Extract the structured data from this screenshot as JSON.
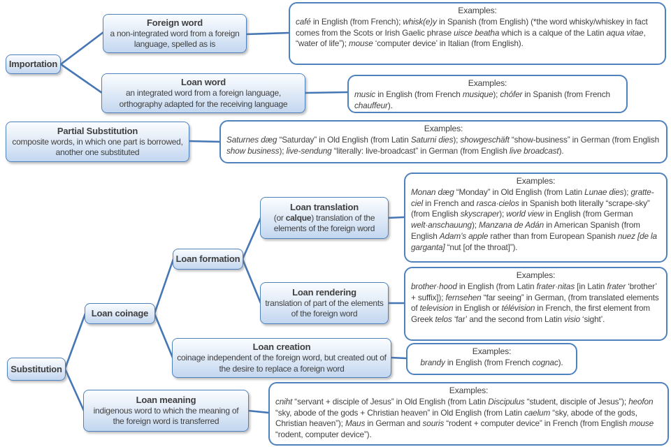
{
  "palette": {
    "accent_blue": "#4f81bd",
    "line_blue": "#4576b5",
    "node_fill_top": "#fbfdff",
    "node_fill_bottom": "#c3d7f0",
    "example_background": "#ffffff",
    "text": "#3f3f3f"
  },
  "nodes": {
    "importation": {
      "title": "Importation"
    },
    "foreign_word": {
      "title": "Foreign word",
      "body": [
        {
          "t": "a non-integrated word from a foreign language, spelled as is"
        }
      ]
    },
    "loan_word": {
      "title": "Loan word",
      "body": [
        {
          "t": "an integrated word from a foreign language, orthography adapted for the receiving language"
        }
      ]
    },
    "partial_substitution": {
      "title": "Partial Substitution",
      "body": [
        {
          "t": "composite words, in which one part is borrowed, another one substituted"
        }
      ]
    },
    "substitution": {
      "title": "Substitution"
    },
    "loan_coinage": {
      "title": "Loan coinage"
    },
    "loan_formation": {
      "title": "Loan formation"
    },
    "loan_translation": {
      "title": "Loan translation",
      "body": [
        {
          "t": "(or "
        },
        {
          "t": "calque",
          "s": "b"
        },
        {
          "t": ") translation of the elements of the foreign word"
        }
      ]
    },
    "loan_rendering": {
      "title": "Loan rendering",
      "body": [
        {
          "t": "translation of part of the elements of the foreign word"
        }
      ]
    },
    "loan_creation": {
      "title": "Loan creation",
      "body": [
        {
          "t": "coinage independent of the foreign word, but created out of the desire to replace a foreign word"
        }
      ]
    },
    "loan_meaning": {
      "title": "Loan meaning",
      "body": [
        {
          "t": "indigenous word to which the meaning of the foreign word is transferred"
        }
      ]
    }
  },
  "examples": {
    "foreign_word": {
      "heading": "Examples:",
      "body": [
        {
          "t": "café",
          "s": "i"
        },
        {
          "t": " in English (from French); "
        },
        {
          "t": "whisk(e)y",
          "s": "i"
        },
        {
          "t": " in Spanish (from English) (*the word whisky/whiskey in fact comes from the Scots or Irish Gaelic phrase "
        },
        {
          "t": "uisce beatha",
          "s": "i"
        },
        {
          "t": " which is a calque of the Latin "
        },
        {
          "t": "aqua vitae",
          "s": "i"
        },
        {
          "t": ", “water of life”); "
        },
        {
          "t": "mouse",
          "s": "i"
        },
        {
          "t": " ‘computer device’ in Italian (from English)."
        }
      ]
    },
    "loan_word": {
      "heading": "Examples:",
      "body": [
        {
          "t": "music",
          "s": "i"
        },
        {
          "t": " in English (from French "
        },
        {
          "t": "musique",
          "s": "i"
        },
        {
          "t": "); "
        },
        {
          "t": "chófer",
          "s": "i"
        },
        {
          "t": " in Spanish (from French "
        },
        {
          "t": "chauffeur",
          "s": "i"
        },
        {
          "t": ")."
        }
      ]
    },
    "partial_substitution": {
      "heading": "Examples:",
      "body": [
        {
          "t": "Saturnes dæg",
          "s": "i"
        },
        {
          "t": " “Saturday” in Old English (from Latin "
        },
        {
          "t": "Saturni dies",
          "s": "i"
        },
        {
          "t": "); "
        },
        {
          "t": "showgeschäft",
          "s": "i"
        },
        {
          "t": " “show-business” in German (from English "
        },
        {
          "t": "show business",
          "s": "i"
        },
        {
          "t": "); "
        },
        {
          "t": "live-sendung",
          "s": "i"
        },
        {
          "t": " “literally: live-broadcast” in German (from English "
        },
        {
          "t": "live broadcast",
          "s": "i"
        },
        {
          "t": ")."
        }
      ]
    },
    "loan_translation": {
      "heading": "Examples:",
      "body": [
        {
          "t": "Monan dæg",
          "s": "i"
        },
        {
          "t": " “Monday” in Old English (from Latin "
        },
        {
          "t": "Lunae dies",
          "s": "i"
        },
        {
          "t": "); "
        },
        {
          "t": "gratte-ciel",
          "s": "i"
        },
        {
          "t": " in French and "
        },
        {
          "t": "rasca·cielos",
          "s": "i"
        },
        {
          "t": " in Spanish both literally “scrape-sky” (from English "
        },
        {
          "t": "skyscraper",
          "s": "i"
        },
        {
          "t": "); "
        },
        {
          "t": "world view",
          "s": "i"
        },
        {
          "t": " in English (from German "
        },
        {
          "t": "welt·anschauung",
          "s": "i"
        },
        {
          "t": "); "
        },
        {
          "t": "Manzana de Adán",
          "s": "i"
        },
        {
          "t": " in American Spanish (from English "
        },
        {
          "t": "Adam’s apple",
          "s": "i"
        },
        {
          "t": " rather than from European Spanish "
        },
        {
          "t": "nuez [de la garganta]",
          "s": "i"
        },
        {
          "t": " “nut [of the throat]”)."
        }
      ]
    },
    "loan_rendering": {
      "heading": "Examples:",
      "body": [
        {
          "t": "brother·hood",
          "s": "i"
        },
        {
          "t": " in English (from Latin "
        },
        {
          "t": "frater·nitas",
          "s": "i"
        },
        {
          "t": " [in Latin "
        },
        {
          "t": "frater",
          "s": "i"
        },
        {
          "t": " ‘brother’ + suffix]); "
        },
        {
          "t": "fernsehen",
          "s": "i"
        },
        {
          "t": " “far seeing” in German, (from translated elements of "
        },
        {
          "t": "television",
          "s": "i"
        },
        {
          "t": " in English or "
        },
        {
          "t": "télévision",
          "s": "i"
        },
        {
          "t": " in French, the first element from Greek "
        },
        {
          "t": "telos",
          "s": "i"
        },
        {
          "t": " ‘far’ and the second from Latin "
        },
        {
          "t": "visio",
          "s": "i"
        },
        {
          "t": " ‘sight’."
        }
      ]
    },
    "loan_creation": {
      "heading": "Examples:",
      "body": [
        {
          "t": "brandy",
          "s": "i"
        },
        {
          "t": " in English (from French "
        },
        {
          "t": "cognac",
          "s": "i"
        },
        {
          "t": ")."
        }
      ]
    },
    "loan_meaning": {
      "heading": "Examples:",
      "body": [
        {
          "t": "cniht",
          "s": "i"
        },
        {
          "t": " “servant + disciple of Jesus” in Old English (from Latin "
        },
        {
          "t": "Discipulus",
          "s": "i"
        },
        {
          "t": " “student, disciple of Jesus”); "
        },
        {
          "t": "heofon",
          "s": "i"
        },
        {
          "t": " “sky, abode of the gods + Christian heaven” in Old English (from Latin "
        },
        {
          "t": "caelum",
          "s": "i"
        },
        {
          "t": " “sky, abode of the gods, Christian heaven”); "
        },
        {
          "t": "Maus",
          "s": "i"
        },
        {
          "t": " in German and "
        },
        {
          "t": "souris",
          "s": "i"
        },
        {
          "t": " “rodent + computer device” in French (from English "
        },
        {
          "t": "mouse",
          "s": "i"
        },
        {
          "t": " “rodent, computer device”)."
        }
      ]
    }
  }
}
